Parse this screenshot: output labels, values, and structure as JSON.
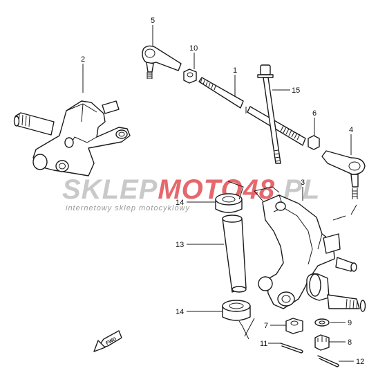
{
  "watermark": {
    "brand_a": "SKLEP",
    "brand_b": "MOTO",
    "brand_c": "48",
    "brand_d": ".PL",
    "tagline": "internetowy sklep motocyklowy",
    "color_gray": "#c9c9c9",
    "color_red": "#e5686d"
  },
  "fwd_label": "FWD",
  "callouts": [
    {
      "id": "1",
      "label": "1"
    },
    {
      "id": "2",
      "label": "2"
    },
    {
      "id": "3",
      "label": "3"
    },
    {
      "id": "4",
      "label": "4"
    },
    {
      "id": "5",
      "label": "5"
    },
    {
      "id": "6",
      "label": "6"
    },
    {
      "id": "7",
      "label": "7"
    },
    {
      "id": "8",
      "label": "8"
    },
    {
      "id": "9",
      "label": "9"
    },
    {
      "id": "10",
      "label": "10"
    },
    {
      "id": "11",
      "label": "11"
    },
    {
      "id": "12",
      "label": "12"
    },
    {
      "id": "13",
      "label": "13"
    },
    {
      "id": "14a",
      "label": "14"
    },
    {
      "id": "14b",
      "label": "14"
    },
    {
      "id": "15",
      "label": "15"
    }
  ]
}
